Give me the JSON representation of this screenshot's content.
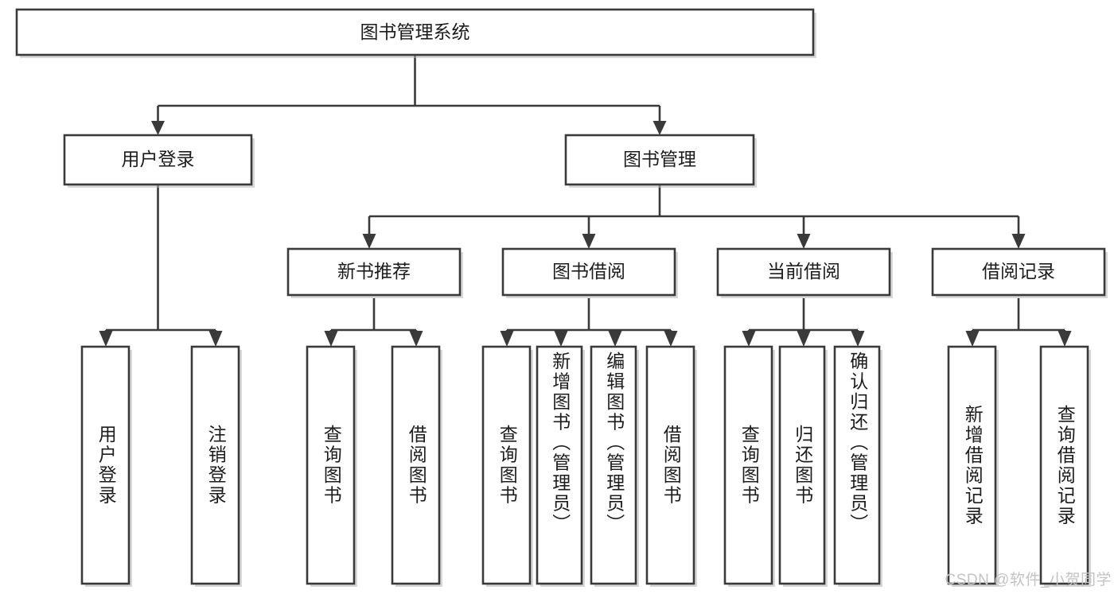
{
  "diagram": {
    "title": "图书管理系统",
    "type": "tree",
    "watermark": "CSDN @软件_小贺同学",
    "colors": {
      "box_fill": "#ffffff",
      "box_stroke": "#3a3a3a",
      "text": "#1c1c1c",
      "background": "#ffffff",
      "watermark": "#c3c3c3"
    },
    "nodes": {
      "root": {
        "label": "图书管理系统",
        "orientation": "horizontal"
      },
      "level2": [
        {
          "id": "user-login",
          "label": "用户登录",
          "orientation": "horizontal"
        },
        {
          "id": "book-manage",
          "label": "图书管理",
          "orientation": "horizontal"
        }
      ],
      "level3": [
        {
          "id": "new-book-recommend",
          "label": "新书推荐",
          "orientation": "horizontal"
        },
        {
          "id": "book-borrow",
          "label": "图书借阅",
          "orientation": "horizontal"
        },
        {
          "id": "current-borrow",
          "label": "当前借阅",
          "orientation": "horizontal"
        },
        {
          "id": "borrow-record",
          "label": "借阅记录",
          "orientation": "horizontal"
        }
      ],
      "leaves": [
        {
          "id": "leaf-user-login",
          "parent": "user-login",
          "label": "用户登录",
          "orientation": "vertical"
        },
        {
          "id": "leaf-logout",
          "parent": "user-login",
          "label": "注销登录",
          "orientation": "vertical"
        },
        {
          "id": "leaf-query-book-1",
          "parent": "new-book-recommend",
          "label": "查询图书",
          "orientation": "vertical"
        },
        {
          "id": "leaf-borrow-book-1",
          "parent": "new-book-recommend",
          "label": "借阅图书",
          "orientation": "vertical"
        },
        {
          "id": "leaf-query-book-2",
          "parent": "book-borrow",
          "label": "查询图书",
          "orientation": "vertical"
        },
        {
          "id": "leaf-add-book",
          "parent": "book-borrow",
          "label": "新增图书（管理员）",
          "orientation": "vertical"
        },
        {
          "id": "leaf-edit-book",
          "parent": "book-borrow",
          "label": "编辑图书（管理员）",
          "orientation": "vertical"
        },
        {
          "id": "leaf-borrow-book-2",
          "parent": "book-borrow",
          "label": "借阅图书",
          "orientation": "vertical"
        },
        {
          "id": "leaf-query-book-3",
          "parent": "current-borrow",
          "label": "查询图书",
          "orientation": "vertical"
        },
        {
          "id": "leaf-return-book",
          "parent": "current-borrow",
          "label": "归还图书",
          "orientation": "vertical"
        },
        {
          "id": "leaf-confirm-return",
          "parent": "current-borrow",
          "label": "确认归还（管理员）",
          "orientation": "vertical"
        },
        {
          "id": "leaf-add-record",
          "parent": "borrow-record",
          "label": "新增借阅记录",
          "orientation": "vertical"
        },
        {
          "id": "leaf-query-record",
          "parent": "borrow-record",
          "label": "查询借阅记录",
          "orientation": "vertical"
        }
      ]
    }
  }
}
